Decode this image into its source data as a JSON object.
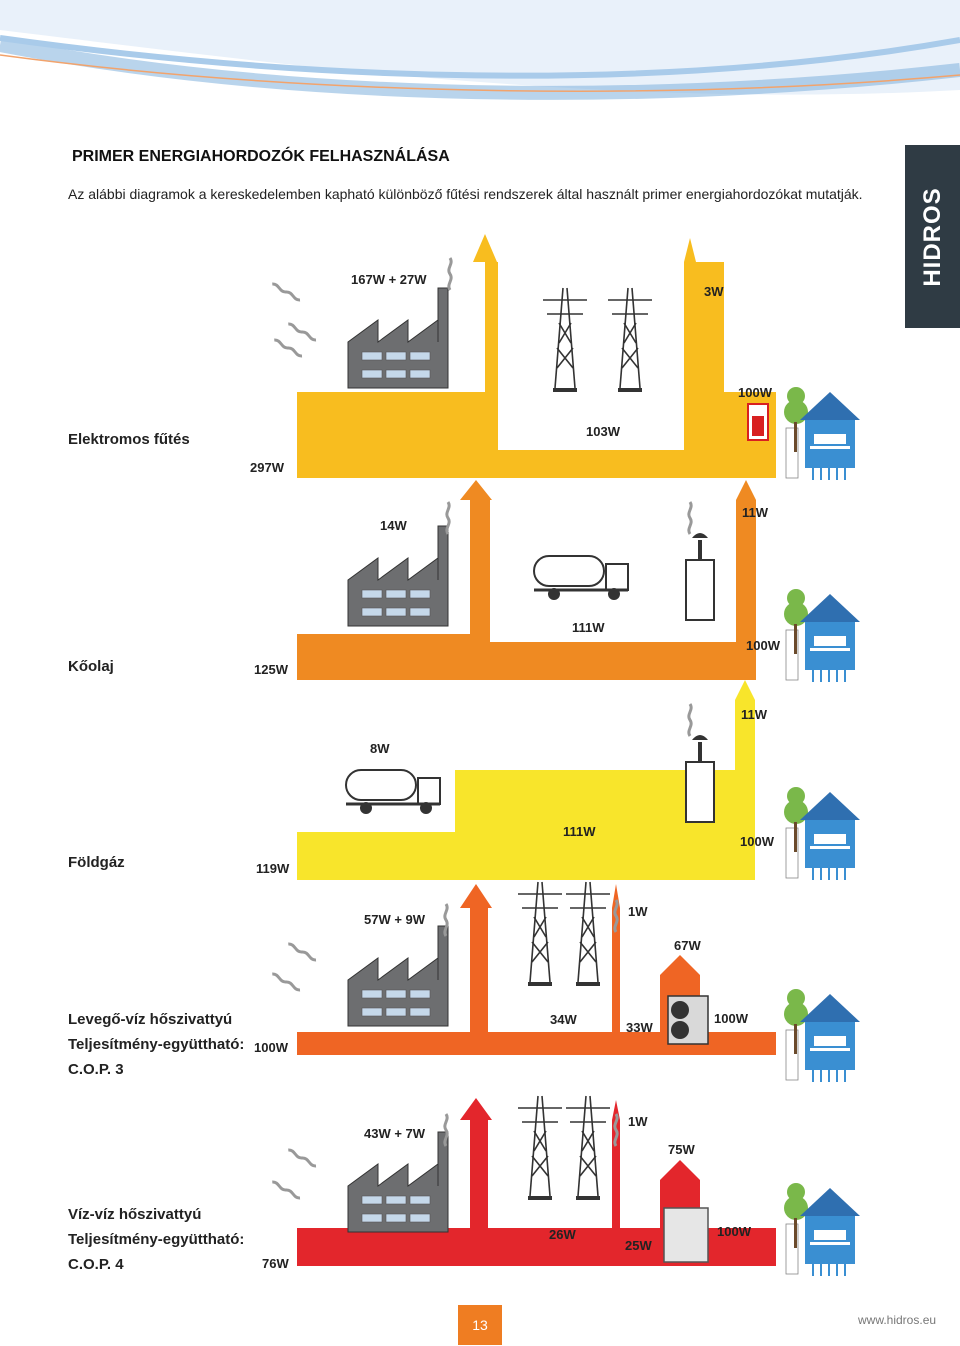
{
  "page": {
    "title": "PRIMER ENERGIAHORDOZÓK FELHASZNÁLÁSA",
    "intro": "Az alábbi diagramok a kereskedelemben kapható különböző fűtési rendszerek által használt primer energiahordozókat mutatják.",
    "brand": "HIDROS",
    "page_number": "13",
    "website": "www.hidros.eu"
  },
  "colors": {
    "electric": "#f8bd1f",
    "oil": "#ef8a22",
    "gas": "#f8e52b",
    "air_water": "#ef6524",
    "water_water": "#e3262c",
    "factory": "#6d6e70",
    "house": "#3a8fd2"
  },
  "rows": [
    {
      "id": "electric",
      "label_lines": [
        "Elektromos fűtés"
      ],
      "values": {
        "input": "297W",
        "loss": "167W + 27W",
        "transport_loss": "3W",
        "delivered": "103W",
        "output": "100W"
      }
    },
    {
      "id": "oil",
      "label_lines": [
        "Kőolaj"
      ],
      "values": {
        "input": "125W",
        "loss": "14W",
        "delivered": "111W",
        "chimney_loss": "11W",
        "output": "100W"
      }
    },
    {
      "id": "gas",
      "label_lines": [
        "Földgáz"
      ],
      "values": {
        "input": "119W",
        "loss": "8W",
        "delivered": "111W",
        "chimney_loss": "11W",
        "output": "100W"
      }
    },
    {
      "id": "air_water",
      "label_lines": [
        "Levegő-víz hőszivattyú",
        "Teljesítmény-együttható:",
        "C.O.P. 3"
      ],
      "values": {
        "input": "100W",
        "loss": "57W + 9W",
        "transport_loss": "1W",
        "delivered": "34W",
        "pump_in": "33W",
        "ambient": "67W",
        "output": "100W"
      }
    },
    {
      "id": "water_water",
      "label_lines": [
        "Víz-víz hőszivattyú",
        "Teljesítmény-együttható:",
        "C.O.P. 4"
      ],
      "values": {
        "input": "76W",
        "loss": "43W + 7W",
        "transport_loss": "1W",
        "delivered": "26W",
        "pump_in": "25W",
        "ambient": "75W",
        "output": "100W"
      }
    }
  ]
}
